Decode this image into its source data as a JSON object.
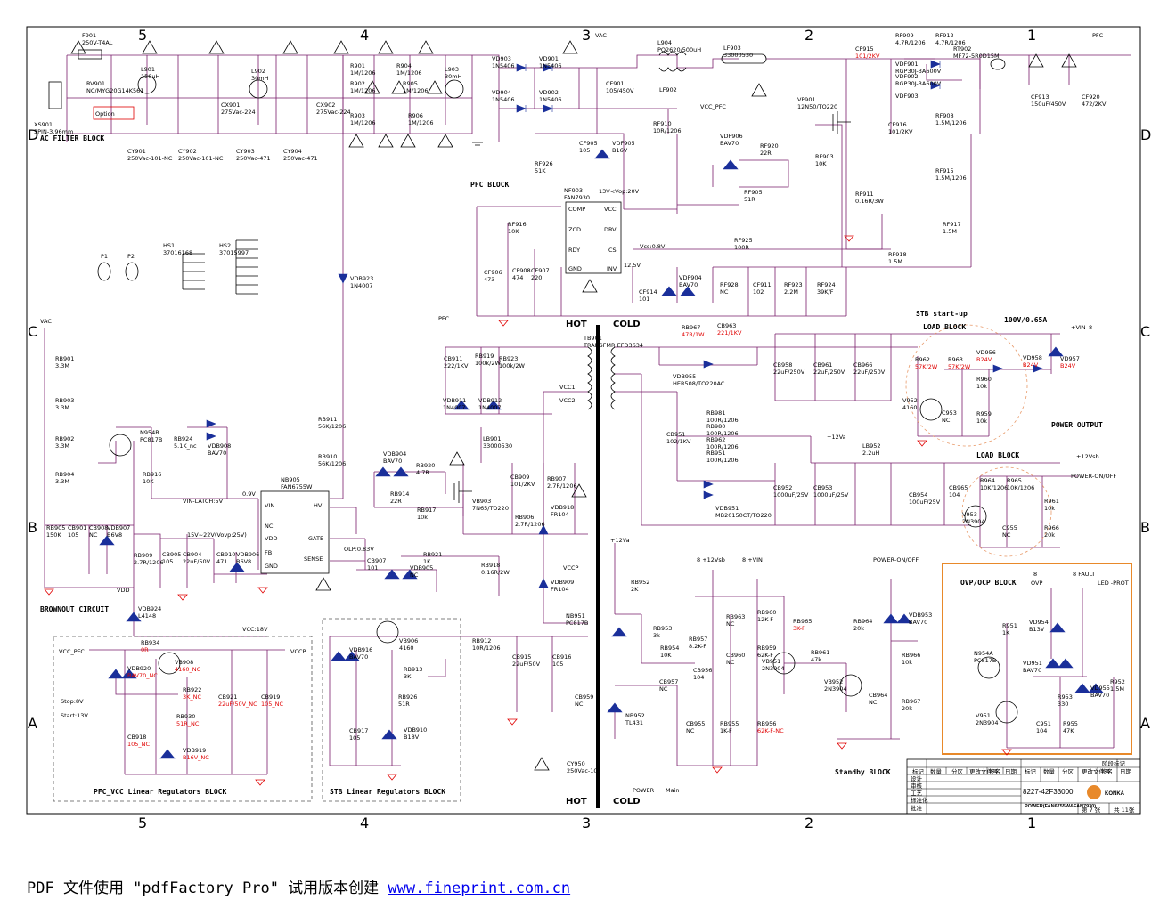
{
  "zones": {
    "columns": [
      "5",
      "4",
      "3",
      "2",
      "1"
    ],
    "rows": [
      "D",
      "C",
      "B",
      "A"
    ]
  },
  "blocks": {
    "ac_filter": "AC FILTER BLOCK",
    "pfc": "PFC BLOCK",
    "stb_startup": "STB start-up",
    "stb_rating": "100V/0.65A",
    "load1": "LOAD BLOCK",
    "load2": "LOAD BLOCK",
    "power_output": "POWER OUTPUT",
    "brownout": "BROWNOUT CIRCUIT",
    "pfc_vcc": "PFC_VCC Linear Regulators BLOCK",
    "stb_linear": "STB Linear Regulators BLOCK",
    "standby": "Standby BLOCK",
    "ovp": "OVP/OCP BLOCK",
    "hot": "HOT",
    "cold": "COLD"
  },
  "components": [
    {
      "ref": "F901",
      "val": "250V-T4AL"
    },
    {
      "ref": "RV901",
      "val": "NC/MYG20G14K561"
    },
    {
      "ref": "XS901",
      "val": "3PIN-3.96mm"
    },
    {
      "ref": "Option",
      "val": ""
    },
    {
      "ref": "L901",
      "val": "150uH"
    },
    {
      "ref": "CX901",
      "val": "275Vac-224"
    },
    {
      "ref": "L902",
      "val": "30mH"
    },
    {
      "ref": "CX902",
      "val": "275Vac-224"
    },
    {
      "ref": "R901",
      "val": "1M/1206"
    },
    {
      "ref": "R902",
      "val": "1M/1206"
    },
    {
      "ref": "R903",
      "val": "1M/1206"
    },
    {
      "ref": "R904",
      "val": "1M/1206"
    },
    {
      "ref": "R905",
      "val": "1M/1206"
    },
    {
      "ref": "R906",
      "val": "1M/1206"
    },
    {
      "ref": "L903",
      "val": "30mH"
    },
    {
      "ref": "CY901",
      "val": "250Vac-101-NC"
    },
    {
      "ref": "CY902",
      "val": "250Vac-101-NC"
    },
    {
      "ref": "CY903",
      "val": "250Vac-471"
    },
    {
      "ref": "CY904",
      "val": "250Vac-471"
    },
    {
      "ref": "VD903",
      "val": "1N5406"
    },
    {
      "ref": "VD901",
      "val": "1N5406"
    },
    {
      "ref": "VD904",
      "val": "1N5406"
    },
    {
      "ref": "VD902",
      "val": "1N5406"
    },
    {
      "ref": "CF901",
      "val": "105/450V"
    },
    {
      "ref": "L904",
      "val": "PQ2620/500uH"
    },
    {
      "ref": "LF902",
      "val": ""
    },
    {
      "ref": "LF903",
      "val": "33000530"
    },
    {
      "ref": "CF915",
      "val": "101/2KV"
    },
    {
      "ref": "RF909",
      "val": "4.7R/1206"
    },
    {
      "ref": "RF912",
      "val": "4.7R/1206"
    },
    {
      "ref": "RT902",
      "val": "MF72-5R0D15M"
    },
    {
      "ref": "VDF901",
      "val": "RGP30J-3A600V"
    },
    {
      "ref": "VDF902",
      "val": "RGP30J-3A600V"
    },
    {
      "ref": "VDF903",
      "val": ""
    },
    {
      "ref": "CF913",
      "val": "150uF/450V"
    },
    {
      "ref": "CF920",
      "val": "472/2KV"
    },
    {
      "ref": "VF901",
      "val": "12N50/TO220"
    },
    {
      "ref": "CF916",
      "val": "101/2KV"
    },
    {
      "ref": "RF908",
      "val": "1.5M/1206"
    },
    {
      "ref": "RF915",
      "val": "1.5M/1206"
    },
    {
      "ref": "RF917",
      "val": "1.5M"
    },
    {
      "ref": "RF918",
      "val": "1.5M"
    },
    {
      "ref": "RF910",
      "val": "10R/1206"
    },
    {
      "ref": "CF905",
      "val": "105"
    },
    {
      "ref": "VDF905",
      "val": "B16V"
    },
    {
      "ref": "VDF906",
      "val": "BAV70"
    },
    {
      "ref": "RF920",
      "val": "22R"
    },
    {
      "ref": "RF905",
      "val": "51R"
    },
    {
      "ref": "RF903",
      "val": "10K"
    },
    {
      "ref": "RF911",
      "val": "0.16R/3W"
    },
    {
      "ref": "RF926",
      "val": "51K"
    },
    {
      "ref": "NF903",
      "val": "FAN7930"
    },
    {
      "ref": "RF916",
      "val": "10K"
    },
    {
      "ref": "CF906",
      "val": "473"
    },
    {
      "ref": "CF908",
      "val": "474"
    },
    {
      "ref": "CF907",
      "val": "220"
    },
    {
      "ref": "RF925",
      "val": "100R"
    },
    {
      "ref": "CF914",
      "val": "101"
    },
    {
      "ref": "VDF904",
      "val": "BAV70"
    },
    {
      "ref": "RF928",
      "val": "NC"
    },
    {
      "ref": "CF911",
      "val": "102"
    },
    {
      "ref": "RF923",
      "val": "2.2M"
    },
    {
      "ref": "RF924",
      "val": "39K/F"
    },
    {
      "ref": "HS1",
      "val": "37016168"
    },
    {
      "ref": "HS2",
      "val": "37015997"
    },
    {
      "ref": "RB901",
      "val": "3.3M"
    },
    {
      "ref": "RB903",
      "val": "3.3M"
    },
    {
      "ref": "RB902",
      "val": "3.3M"
    },
    {
      "ref": "RB904",
      "val": "3.3M"
    },
    {
      "ref": "N954B",
      "val": "PC817B"
    },
    {
      "ref": "RB924",
      "val": "5.1K_nc"
    },
    {
      "ref": "VDB908",
      "val": "BAV70"
    },
    {
      "ref": "RB916",
      "val": "10K"
    },
    {
      "ref": "NB905",
      "val": "FAN6755W"
    },
    {
      "ref": "RB905",
      "val": "150K"
    },
    {
      "ref": "CB901",
      "val": "105"
    },
    {
      "ref": "CB908",
      "val": "NC"
    },
    {
      "ref": "VDB907",
      "val": "B6V8"
    },
    {
      "ref": "RB909",
      "val": "2.7R/1206"
    },
    {
      "ref": "CB905",
      "val": "105"
    },
    {
      "ref": "CB904",
      "val": "22uF/50V"
    },
    {
      "ref": "CB910",
      "val": "471"
    },
    {
      "ref": "VDB906",
      "val": "B6V8"
    },
    {
      "ref": "VDB924",
      "val": "L4148"
    },
    {
      "ref": "VDB923",
      "val": "1N4007"
    },
    {
      "ref": "RB911",
      "val": "56K/1206"
    },
    {
      "ref": "RB910",
      "val": "56K/1206"
    },
    {
      "ref": "CB911",
      "val": "222/1KV"
    },
    {
      "ref": "RB919",
      "val": "100k/2W"
    },
    {
      "ref": "RB923",
      "val": "100k/2W"
    },
    {
      "ref": "VDB911",
      "val": "1N4007"
    },
    {
      "ref": "VDB912",
      "val": "1N4007"
    },
    {
      "ref": "LB901",
      "val": "33000530"
    },
    {
      "ref": "VDB904",
      "val": "BAV70"
    },
    {
      "ref": "RB920",
      "val": "4.7R"
    },
    {
      "ref": "RB914",
      "val": "22R"
    },
    {
      "ref": "RB917",
      "val": "10k"
    },
    {
      "ref": "VB903",
      "val": "7N65/TO220"
    },
    {
      "ref": "CB909",
      "val": "101/2KV"
    },
    {
      "ref": "RB906",
      "val": "2.7R/1206"
    },
    {
      "ref": "RB907",
      "val": "2.7R/1206"
    },
    {
      "ref": "VDB918",
      "val": "FR104"
    },
    {
      "ref": "VDB909",
      "val": "FR104"
    },
    {
      "ref": "CB907",
      "val": "101"
    },
    {
      "ref": "VDB905",
      "val": "NC"
    },
    {
      "ref": "RB921",
      "val": "1K"
    },
    {
      "ref": "RB918",
      "val": "0.16R/2W"
    },
    {
      "ref": "TB901",
      "val": "TRANSFMR EFD3634"
    },
    {
      "ref": "RB967",
      "val": "47R/1W"
    },
    {
      "ref": "CB963",
      "val": "221/1KV"
    },
    {
      "ref": "VDB955",
      "val": "HER508/TO220AC"
    },
    {
      "ref": "CB958",
      "val": "22uF/250V"
    },
    {
      "ref": "CB961",
      "val": "22uF/250V"
    },
    {
      "ref": "CB966",
      "val": "22uF/250V"
    },
    {
      "ref": "RB981",
      "val": "100R/1206"
    },
    {
      "ref": "RB980",
      "val": "100R/1206"
    },
    {
      "ref": "RB962",
      "val": "100R/1206"
    },
    {
      "ref": "RB951",
      "val": "100R/1206"
    },
    {
      "ref": "CB951",
      "val": "102/1KV"
    },
    {
      "ref": "VDB951",
      "val": "MB20150CT/TO220"
    },
    {
      "ref": "CB952",
      "val": "1000uF/25V"
    },
    {
      "ref": "CB953",
      "val": "1000uF/25V"
    },
    {
      "ref": "LB952",
      "val": "2.2uH"
    },
    {
      "ref": "CB954",
      "val": "100uF/25V"
    },
    {
      "ref": "R962",
      "val": "57K/2W"
    },
    {
      "ref": "R963",
      "val": "57K/2W"
    },
    {
      "ref": "VD956",
      "val": "B24V"
    },
    {
      "ref": "VD958",
      "val": "B24V"
    },
    {
      "ref": "VD957",
      "val": "B24V"
    },
    {
      "ref": "R960",
      "val": "10k"
    },
    {
      "ref": "V952",
      "val": "4160"
    },
    {
      "ref": "C953",
      "val": "NC"
    },
    {
      "ref": "R959",
      "val": "10k"
    },
    {
      "ref": "CB965",
      "val": "104"
    },
    {
      "ref": "R964",
      "val": "10K/1206"
    },
    {
      "ref": "R965",
      "val": "10K/1206"
    },
    {
      "ref": "V953",
      "val": "2N3904"
    },
    {
      "ref": "C955",
      "val": "NC"
    },
    {
      "ref": "R961",
      "val": "10k"
    },
    {
      "ref": "R966",
      "val": "20k"
    },
    {
      "ref": "RB934",
      "val": "0R"
    },
    {
      "ref": "VB908",
      "val": "4160_NC"
    },
    {
      "ref": "VDB920",
      "val": "BAV70_NC"
    },
    {
      "ref": "RB922",
      "val": "3K_NC"
    },
    {
      "ref": "CB921",
      "val": "22uF/50V_NC"
    },
    {
      "ref": "CB919",
      "val": "105_NC"
    },
    {
      "ref": "RB930",
      "val": "51R_NC"
    },
    {
      "ref": "CB918",
      "val": "105_NC"
    },
    {
      "ref": "VDB919",
      "val": "B16V_NC"
    },
    {
      "ref": "VDB916",
      "val": "BAV70"
    },
    {
      "ref": "VB906",
      "val": "4160"
    },
    {
      "ref": "RB913",
      "val": "3K"
    },
    {
      "ref": "RB926",
      "val": "51R"
    },
    {
      "ref": "CB917",
      "val": "105"
    },
    {
      "ref": "VDB910",
      "val": "B18V"
    },
    {
      "ref": "RB912",
      "val": "10R/1206"
    },
    {
      "ref": "CB915",
      "val": "22uF/50V"
    },
    {
      "ref": "CB916",
      "val": "105"
    },
    {
      "ref": "RB952",
      "val": "2K"
    },
    {
      "ref": "NB951",
      "val": "PC817B"
    },
    {
      "ref": "RB953",
      "val": "3k"
    },
    {
      "ref": "RB954",
      "val": "10K"
    },
    {
      "ref": "RB957",
      "val": "8.2K-F"
    },
    {
      "ref": "CB956",
      "val": "104"
    },
    {
      "ref": "CB957",
      "val": "NC"
    },
    {
      "ref": "CB959",
      "val": "NC"
    },
    {
      "ref": "NB952",
      "val": "TL431"
    },
    {
      "ref": "CB955",
      "val": "NC"
    },
    {
      "ref": "RB955",
      "val": "1K-F"
    },
    {
      "ref": "RB956",
      "val": "62K-F-NC"
    },
    {
      "ref": "RB963",
      "val": "NC"
    },
    {
      "ref": "CB960",
      "val": "NC"
    },
    {
      "ref": "RB960",
      "val": "12K-F"
    },
    {
      "ref": "RB959",
      "val": "62K-F"
    },
    {
      "ref": "VB951",
      "val": "2N3904"
    },
    {
      "ref": "RB965",
      "val": "3K-F"
    },
    {
      "ref": "RB961",
      "val": "47k"
    },
    {
      "ref": "VB952",
      "val": "2N3904"
    },
    {
      "ref": "CB964",
      "val": "NC"
    },
    {
      "ref": "RB964",
      "val": "20k"
    },
    {
      "ref": "VDB953",
      "val": "BAV70"
    },
    {
      "ref": "RB966",
      "val": "10k"
    },
    {
      "ref": "RB967b",
      "val": "20k"
    },
    {
      "ref": "CY950",
      "val": "250Vac-102"
    },
    {
      "ref": "R951",
      "val": "1K"
    },
    {
      "ref": "VD954",
      "val": "B13V"
    },
    {
      "ref": "N954A",
      "val": "PC817B"
    },
    {
      "ref": "VD951",
      "val": "BAV70"
    },
    {
      "ref": "R952",
      "val": "1.5M"
    },
    {
      "ref": "VD955",
      "val": "BAV70"
    },
    {
      "ref": "V951",
      "val": "2N3904"
    },
    {
      "ref": "C951",
      "val": "104"
    },
    {
      "ref": "R953",
      "val": "330"
    },
    {
      "ref": "R955",
      "val": "47K"
    },
    {
      "ref": "P1",
      "val": ""
    },
    {
      "ref": "P2",
      "val": ""
    }
  ],
  "nets": {
    "vac1": "VAC",
    "vac2": "VAC",
    "pfc": "PFC",
    "pfc2": "PFC",
    "vcc_pfc": "VCC_PFC",
    "vcc_pfc2": "VCC_PFC",
    "vccp": "VCCP",
    "vccp2": "VCCP",
    "vdd": "VDD",
    "vcc1": "VCC1",
    "vcc2": "VCC2",
    "vcc18": "VCC:18V",
    "vin_latch": "VIN-LATCH:5V",
    "v09": "0.9V",
    "v15_22": "15V~22V(Vovp:25V)",
    "olp": "OLP:0.83V",
    "plus12va": "+12Va",
    "plus12va2": "+12Va",
    "plus12vsb": "8  +12Vsb",
    "plus12vsb2": "+12Vsb",
    "plus_vin": "8  +VIN",
    "vin_out": "+VIN",
    "pin8_vin": "8",
    "power_onoff": "POWER-ON/OFF",
    "power_onoff2": "POWER-ON/OFF",
    "fault": "8 FAULT",
    "ovp_hint": "OVP",
    "led_prot": "LED -PROT",
    "pin8_ovp": "8",
    "stop_v": "Stop:8V",
    "start_v": "Start:13V",
    "vcs": "Vcs:0.8V",
    "v125": "12.5V",
    "vovp": "13V<Vop:20V",
    "power": "POWER",
    "main": "Main"
  },
  "ic_fan7930": {
    "comp": "COMP",
    "vcc": "VCC",
    "zcd": "ZCD",
    "drv": "DRV",
    "rdy": "RDY",
    "cs": "CS",
    "gnd": "GND",
    "inv": "INV"
  },
  "ic_fan6755": {
    "vin": "VIN",
    "hv": "HV",
    "nc": "NC",
    "vdd": "VDD",
    "gate": "GATE",
    "fb": "FB",
    "sense": "SENSE",
    "gnd": "GND"
  },
  "title_block": {
    "doc_no": "8227-42F33000",
    "title": "POWER(FAN6755W&FAN7930)",
    "sheet": "第 7 张",
    "total": "共 11张",
    "brand": "KONKA",
    "hdr_cells": [
      "标记",
      "数量",
      "分区",
      "更改文件号",
      "签名",
      "日期"
    ],
    "rows": [
      "设计",
      "审核",
      "工艺",
      "标准化",
      "批准"
    ],
    "stage": "阶段标记"
  },
  "footer": {
    "text": "PDF 文件使用 \"pdfFactory Pro\" 试用版本创建 ",
    "link": "www.fineprint.com.cn"
  },
  "colors": {
    "wire": "#7a1f6b",
    "red_text": "#e00000",
    "orange_box": "#e8892a",
    "pink_circle": "#e89a6a"
  }
}
